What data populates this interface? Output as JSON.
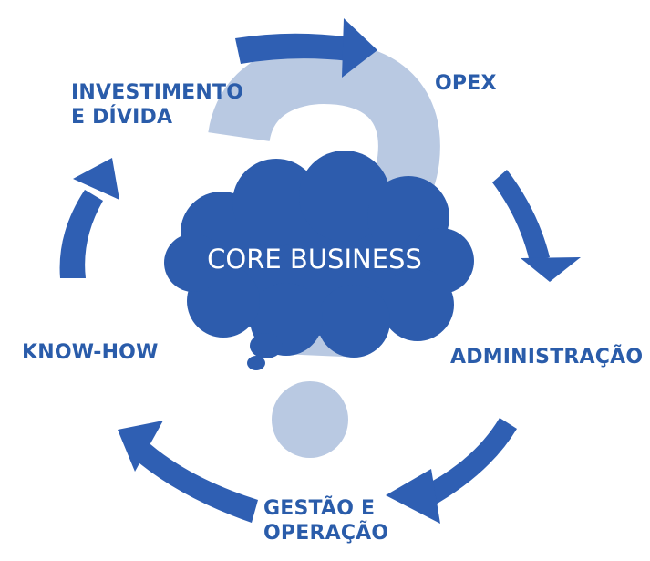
{
  "center": {
    "text": "CORE BUSINESS"
  },
  "nodes": {
    "opex": "OPEX",
    "administracao": "ADMINISTRAÇÃO",
    "gestao_line1": "GESTÃO E",
    "gestao_line2": "OPERAÇÃO",
    "know_how": "KNOW-HOW",
    "investimento_line1": "INVESTIMENTO",
    "investimento_line2": "E DÍVIDA"
  },
  "colors": {
    "arrow": "#2f5fb3",
    "cloud": "#2d5cad",
    "question_mark": "#b9c9e2",
    "label_text": "#2a5caa",
    "center_text": "#ffffff"
  }
}
